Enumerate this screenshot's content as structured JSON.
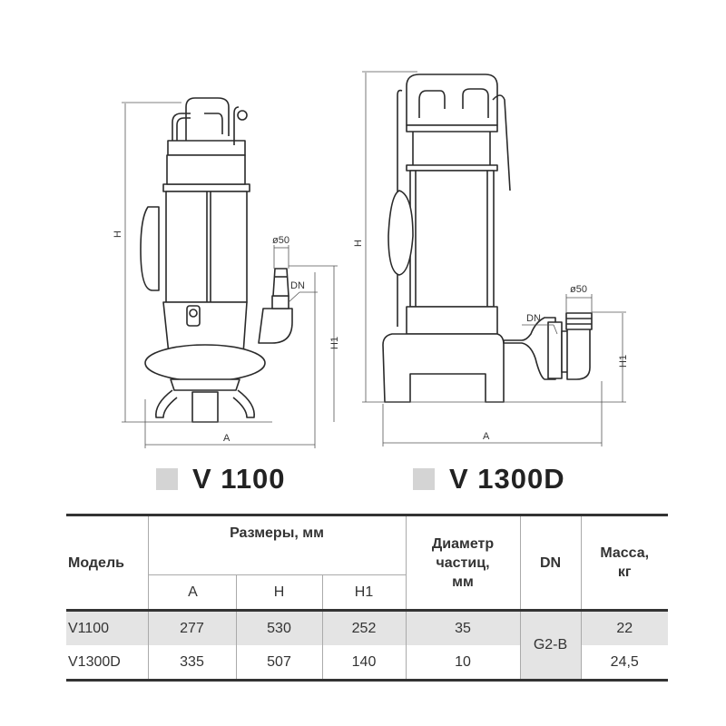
{
  "drawings": {
    "left": {
      "dim_h": "H",
      "dim_h1": "H1",
      "dim_a": "A",
      "dim_dn": "DN",
      "dim_outlet": "ø50"
    },
    "right": {
      "dim_h": "H",
      "dim_h1": "H1",
      "dim_a": "A",
      "dim_dn": "DN",
      "dim_outlet": "ø50"
    }
  },
  "models": [
    "V 1100",
    "V 1300D"
  ],
  "table": {
    "headers": {
      "model": "Модель",
      "dimensions": "Размеры, мм",
      "a": "A",
      "h": "H",
      "h1": "H1",
      "diameter_l1": "Диаметр",
      "diameter_l2": "частиц,",
      "diameter_l3": "мм",
      "dn": "DN",
      "mass_l1": "Масса,",
      "mass_l2": "кг"
    },
    "rows": [
      {
        "model": "V1100",
        "a": "277",
        "h": "530",
        "h1": "252",
        "diameter": "35",
        "mass": "22"
      },
      {
        "model": "V1300D",
        "a": "335",
        "h": "507",
        "h1": "140",
        "diameter": "10",
        "mass": "24,5"
      }
    ],
    "dn_shared": "G2-B"
  }
}
